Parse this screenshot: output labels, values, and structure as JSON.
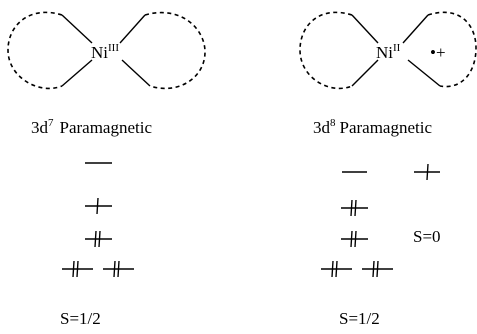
{
  "left": {
    "center_label": "Ni",
    "oxidation": "III",
    "config_main": "3d",
    "config_exp": "7",
    "config_desc": "Paramagnetic",
    "spin": "S=1/2"
  },
  "right": {
    "center_label": "Ni",
    "oxidation": "II",
    "radical": "•+",
    "config_main": "3d",
    "config_exp": "8",
    "config_desc": "Paramagnetic",
    "spin_ni": "S=0",
    "spin": "S=1/2"
  }
}
